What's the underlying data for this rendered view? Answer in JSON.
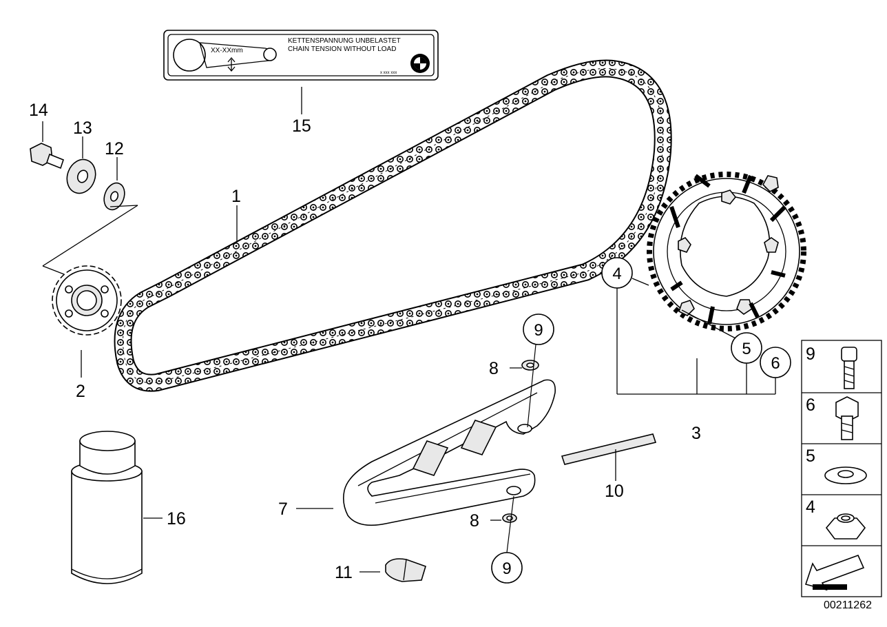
{
  "label_plate": {
    "line1": "KETTENSPANNUNG UNBELASTET",
    "line2": "CHAIN TENSION WITHOUT LOAD",
    "measure": "XX-XXmm",
    "code": "x xxx xxx"
  },
  "parts": {
    "p1": "1",
    "p2": "2",
    "p3": "3",
    "p4": "4",
    "p5": "5",
    "p6": "6",
    "p7": "7",
    "p8a": "8",
    "p8b": "8",
    "p9a": "9",
    "p9b": "9",
    "p10": "10",
    "p11": "11",
    "p12": "12",
    "p13": "13",
    "p14": "14",
    "p15": "15",
    "p16": "16"
  },
  "legend": {
    "r9": "9",
    "r6": "6",
    "r5": "5",
    "r4": "4"
  },
  "diagram_id": "00211262"
}
